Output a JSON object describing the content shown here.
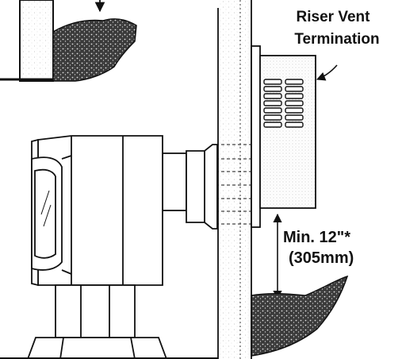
{
  "labels": {
    "riser_line1": "Riser Vent",
    "riser_line2": "Termination",
    "clearance_line1": "Min. 12\"*",
    "clearance_line2": "(305mm)"
  },
  "colors": {
    "line": "#111111",
    "fill_light": "#ffffff",
    "wall_speckle": "#bdbdbd",
    "ground": "#444444"
  }
}
